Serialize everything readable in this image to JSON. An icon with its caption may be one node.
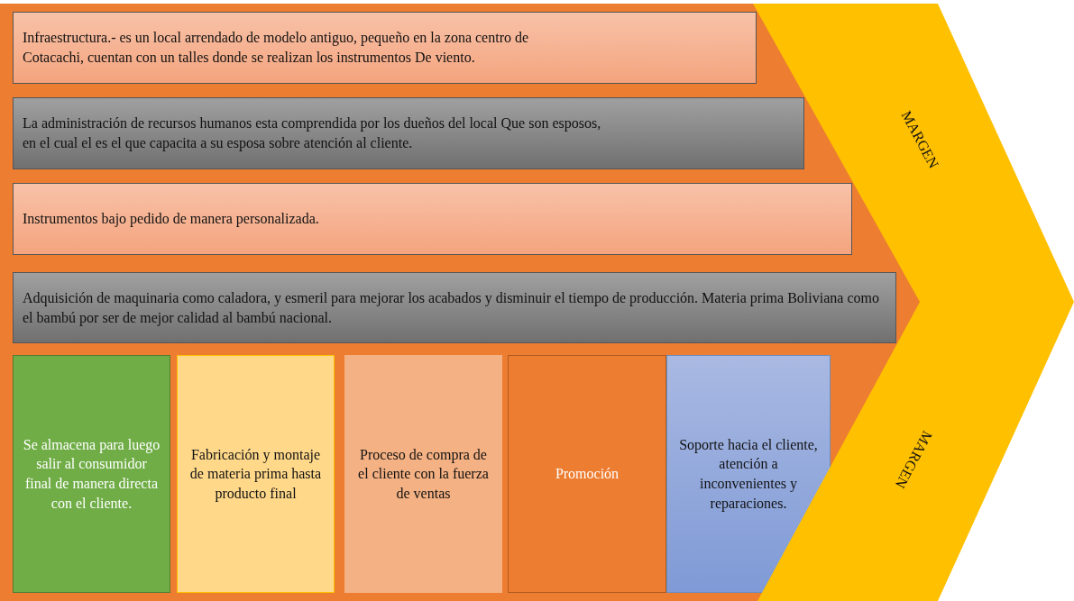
{
  "diagram": {
    "nodes": [
      {
        "text": [
          "Infraestructura.- es un local arrendado de modelo antiguo, pequeño en la zona centro de Cotacachi, cuentan con un talles donde se realizan los instrumentos De viento."
        ]
      },
      {
        "text": [
          "La administración de recursos humanos esta comprendida por los dueños del local Que son esposos, en el cual el es el que capacita a su esposa sobre atención al cliente."
        ]
      },
      {
        "text": [
          "Instrumentos bajo pedido de manera personalizada."
        ]
      },
      {
        "text": [
          "Adquisición de maquinaria como caladora, y esmeril para mejorar los acabados y disminuir el tiempo de producción.  Materia prima Boliviana como el bambú por ser de mejor calidad al bambú nacional."
        ]
      },
      {
        "text": [
          "Se almacena para luego salir al consumidor final de manera directa con el cliente."
        ]
      },
      {
        "text": [
          "Fabricación y montaje de materia prima hasta producto final"
        ]
      },
      {
        "text": [
          "Proceso de compra de el cliente con la fuerza de ventas"
        ]
      },
      {
        "text": [
          "Promoción"
        ]
      },
      {
        "text": [
          "Soporte hacia el cliente, atención a inconvenientes y reparaciones."
        ]
      },
      {
        "text": [
          "MARGEN",
          "MARGEN"
        ]
      }
    ],
    "edges": []
  }
}
